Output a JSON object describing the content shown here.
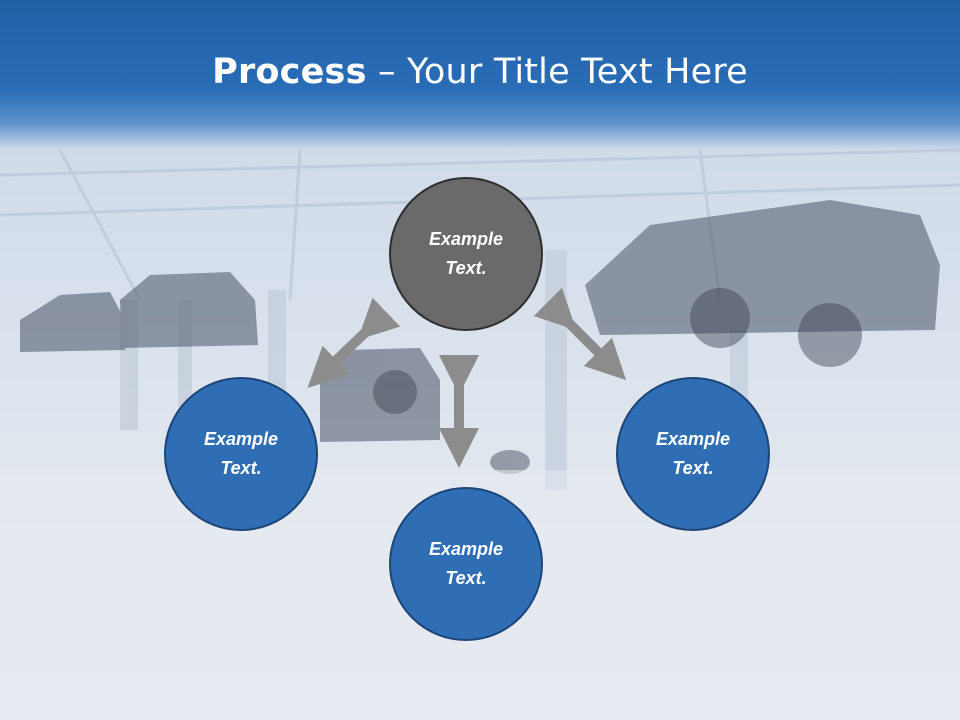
{
  "title": {
    "bold": "Process",
    "rest": " – Your Title Text Here"
  },
  "nodes": {
    "top": {
      "line1": "Example",
      "line2": "Text."
    },
    "left": {
      "line1": "Example",
      "line2": "Text."
    },
    "right": {
      "line1": "Example",
      "line2": "Text."
    },
    "bottom": {
      "line1": "Example",
      "line2": "Text."
    }
  },
  "colors": {
    "title_bar": "#2a6db7",
    "node_blue": "#2f6db5",
    "node_gray": "#6a6a6a",
    "arrow": "#8c8c8c"
  }
}
